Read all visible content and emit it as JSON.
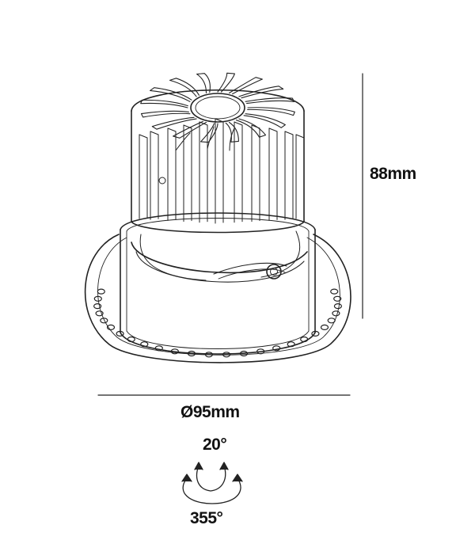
{
  "dimensions": {
    "height": "88mm",
    "diameter": "Ø95mm"
  },
  "adjustment": {
    "tilt": "20°",
    "rotation": "355°"
  },
  "colors": {
    "line": "#222222",
    "background": "#ffffff"
  }
}
